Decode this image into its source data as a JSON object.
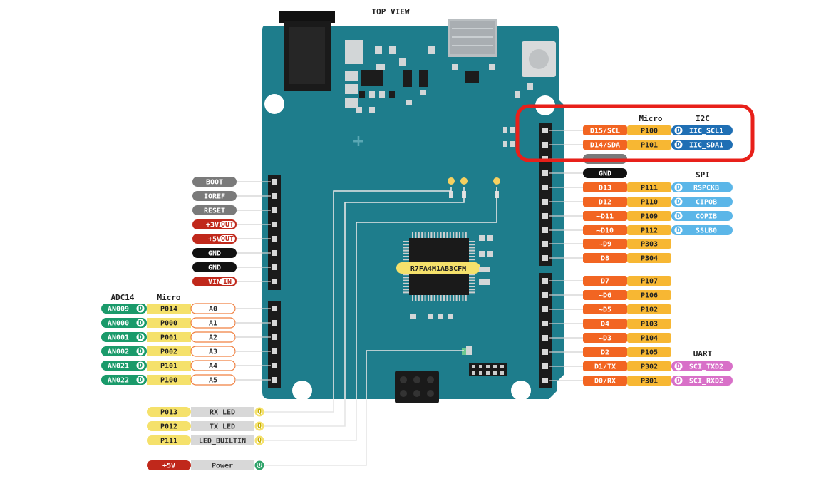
{
  "title": "TOP VIEW",
  "chip_label": "R7FA4M1AB3CFM",
  "colors": {
    "board": "#1e7d8c",
    "board_dark": "#17666f",
    "pin_header": "#1b1b1b",
    "gray_label": "#7a7a7a",
    "power_red": "#c0281b",
    "black_label": "#111111",
    "analog_green": "#1a9a6a",
    "micro_yellow": "#f5e16b",
    "analog_pin_border": "#f08040",
    "digital_orange": "#f26522",
    "micro_light_orange": "#f7b733",
    "i2c_blue": "#1f6fb4",
    "spi_light_blue": "#5bb6e8",
    "uart_pink": "#d870c8",
    "highlight_red": "#e8201a",
    "led_gray": "#d8d8d8",
    "led_green": "#2fa36a"
  },
  "left_power": [
    {
      "label": "BOOT",
      "style": "gray",
      "badge": ""
    },
    {
      "label": "IOREF",
      "style": "gray",
      "badge": ""
    },
    {
      "label": "RESET",
      "style": "gray",
      "badge": ""
    },
    {
      "label": "+3V3",
      "style": "red",
      "badge": "OUT"
    },
    {
      "label": "+5V",
      "style": "red",
      "badge": "OUT"
    },
    {
      "label": "GND",
      "style": "black",
      "badge": ""
    },
    {
      "label": "GND",
      "style": "black",
      "badge": ""
    },
    {
      "label": "VIN",
      "style": "red",
      "badge": "IN"
    }
  ],
  "analog_headers": {
    "adc": "ADC14",
    "micro": "Micro"
  },
  "analog_pins": [
    {
      "adc": "AN009",
      "micro": "P014",
      "pin": "A0"
    },
    {
      "adc": "AN000",
      "micro": "P000",
      "pin": "A1"
    },
    {
      "adc": "AN001",
      "micro": "P001",
      "pin": "A2"
    },
    {
      "adc": "AN002",
      "micro": "P002",
      "pin": "A3"
    },
    {
      "adc": "AN021",
      "micro": "P101",
      "pin": "A4"
    },
    {
      "adc": "AN022",
      "micro": "P100",
      "pin": "A5"
    }
  ],
  "badge_letter": "D",
  "led_badge": "Q",
  "leds": [
    {
      "micro": "P013",
      "label": "RX LED",
      "style": "yellow"
    },
    {
      "micro": "P012",
      "label": "TX LED",
      "style": "yellow"
    },
    {
      "micro": "P111",
      "label": "LED_BUILTIN",
      "style": "yellow"
    },
    {
      "micro": "+5V",
      "label": "Power",
      "style": "red"
    }
  ],
  "right_headers": {
    "micro": "Micro",
    "i2c": "I2C",
    "spi": "SPI",
    "uart": "UART"
  },
  "right_pins": [
    {
      "pin": "D15/SCL",
      "micro": "P100",
      "func": "IIC_SCL1",
      "func_style": "i2c"
    },
    {
      "pin": "D14/SDA",
      "micro": "P101",
      "func": "IIC_SDA1",
      "func_style": "i2c"
    },
    {
      "pin": "GND",
      "micro": "",
      "func": "",
      "func_style": "black"
    },
    {
      "pin": "D13",
      "micro": "P111",
      "func": "RSPCKB",
      "func_style": "spi"
    },
    {
      "pin": "D12",
      "micro": "P110",
      "func": "CIPOB",
      "func_style": "spi"
    },
    {
      "pin": "~D11",
      "micro": "P109",
      "func": "COPIB",
      "func_style": "spi"
    },
    {
      "pin": "~D10",
      "micro": "P112",
      "func": "SSLB0",
      "func_style": "spi"
    },
    {
      "pin": "~D9",
      "micro": "P303",
      "func": "",
      "func_style": ""
    },
    {
      "pin": "D8",
      "micro": "P304",
      "func": "",
      "func_style": ""
    },
    {
      "pin": "D7",
      "micro": "P107",
      "func": "",
      "func_style": ""
    },
    {
      "pin": "~D6",
      "micro": "P106",
      "func": "",
      "func_style": ""
    },
    {
      "pin": "~D5",
      "micro": "P102",
      "func": "",
      "func_style": ""
    },
    {
      "pin": "D4",
      "micro": "P103",
      "func": "",
      "func_style": ""
    },
    {
      "pin": "~D3",
      "micro": "P104",
      "func": "",
      "func_style": ""
    },
    {
      "pin": "D2",
      "micro": "P105",
      "func": "",
      "func_style": ""
    },
    {
      "pin": "D1/TX",
      "micro": "P302",
      "func": "SCI_TXD2",
      "func_style": "uart"
    },
    {
      "pin": "D0/RX",
      "micro": "P301",
      "func": "SCI_RXD2",
      "func_style": "uart"
    }
  ]
}
